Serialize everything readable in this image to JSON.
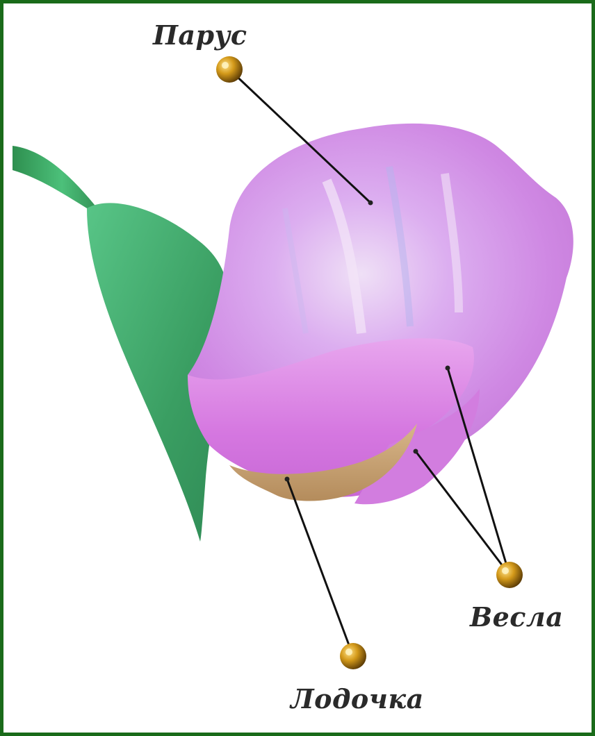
{
  "labels": {
    "sail": "Парус",
    "oars": "Весла",
    "keel": "Лодочка"
  },
  "colors": {
    "border": "#1a6b1a",
    "petal": "#d98be6",
    "petal_light": "#ecd6f3",
    "stem": "#3aa35c",
    "keel": "#c8a273",
    "pin": "#b8860b",
    "line": "#111111"
  }
}
